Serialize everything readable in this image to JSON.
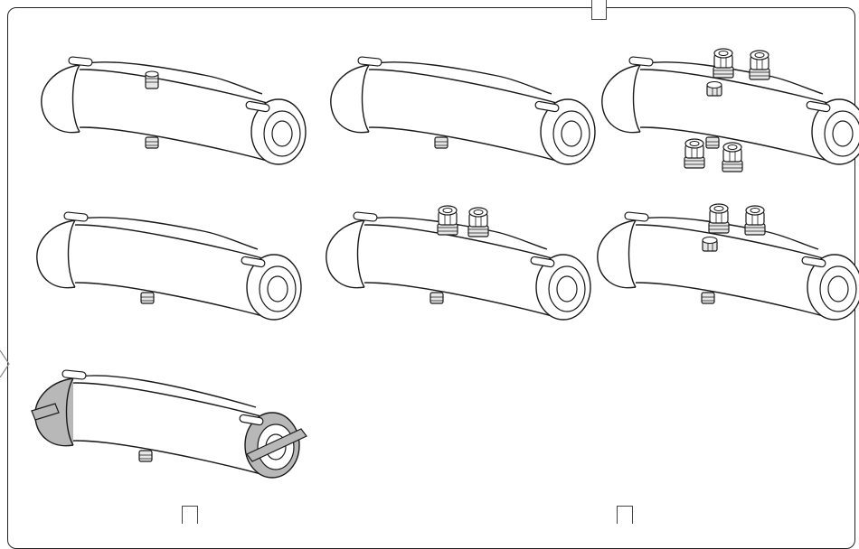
{
  "sheet": {
    "variants": [
      {
        "id": "variant-1",
        "top_fittings": [
          "nipple"
        ],
        "bottom_fitting": true,
        "end_caps": "plain"
      },
      {
        "id": "variant-2",
        "top_fittings": [],
        "bottom_fitting": true,
        "end_caps": "plain"
      },
      {
        "id": "variant-3",
        "top_fittings": [
          "compression-nut",
          "compression-nut",
          "small-nut"
        ],
        "bottom_fitting": true,
        "bottom_nuts": 2,
        "end_caps": "plain"
      },
      {
        "id": "variant-4",
        "top_fittings": [],
        "bottom_fitting": true,
        "end_caps": "plain"
      },
      {
        "id": "variant-5",
        "top_fittings": [
          "compression-nut",
          "compression-nut"
        ],
        "bottom_fitting": true,
        "end_caps": "plain"
      },
      {
        "id": "variant-6",
        "top_fittings": [
          "compression-nut",
          "compression-nut",
          "small-nut"
        ],
        "bottom_fitting": true,
        "end_caps": "plain"
      },
      {
        "id": "variant-7",
        "top_fittings": [],
        "bottom_fitting": true,
        "end_caps": "gray-shaded"
      }
    ],
    "colors": {
      "outline": "#1a1a1a",
      "body_fill": "#ffffff",
      "shaded_cap_fill": "#b8b8b8",
      "fitting_fill": "#e6e6e6"
    }
  }
}
